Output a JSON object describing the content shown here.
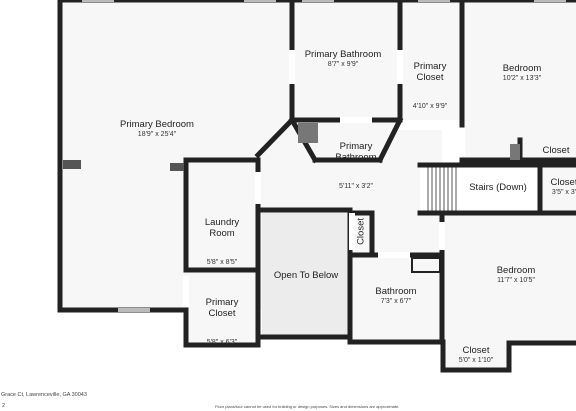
{
  "rooms": {
    "primary_bedroom": {
      "name": "Primary Bedroom",
      "dim": "18'9\" x 25'4\""
    },
    "primary_bathroom_top": {
      "name": "Primary Bathroom",
      "dim": "8'7\" x 9'9\""
    },
    "primary_closet_top": {
      "name": "Primary\nCloset",
      "dim": "4'10\" x 9'9\""
    },
    "bedroom_top": {
      "name": "Bedroom",
      "dim": "10'2\" x 13'3\""
    },
    "primary_bathroom_small": {
      "name": "Primary\nBathroom",
      "dim": "5'11\" x 3'2\""
    },
    "closet_right_top": {
      "name": "Closet",
      "dim": ""
    },
    "stairs": {
      "name": "Stairs (Down)",
      "dim": ""
    },
    "closet_right_mid": {
      "name": "Closet",
      "dim": "3'5\" x 3'"
    },
    "laundry": {
      "name": "Laundry\nRoom",
      "dim": "5'8\" x 8'5\""
    },
    "closet_small_vertical": {
      "name": "Closet",
      "dim": ""
    },
    "open_to_below": {
      "name": "Open To Below",
      "dim": ""
    },
    "bathroom": {
      "name": "Bathroom",
      "dim": "7'3\" x 6'7\""
    },
    "bedroom_bottom": {
      "name": "Bedroom",
      "dim": "11'7\" x 10'5\""
    },
    "primary_closet_bottom": {
      "name": "Primary\nCloset",
      "dim": "5'8\" x 6'3\""
    },
    "closet_bottom": {
      "name": "Closet",
      "dim": "5'0\" x 1'10\""
    }
  },
  "footer": {
    "address": "Grace Ct, Lawrenceville, GA 30043",
    "page": "2",
    "disclaimer": "Floor plans/tour cannot be used for building or design purposes. Sizes and dimensions are approximate."
  }
}
